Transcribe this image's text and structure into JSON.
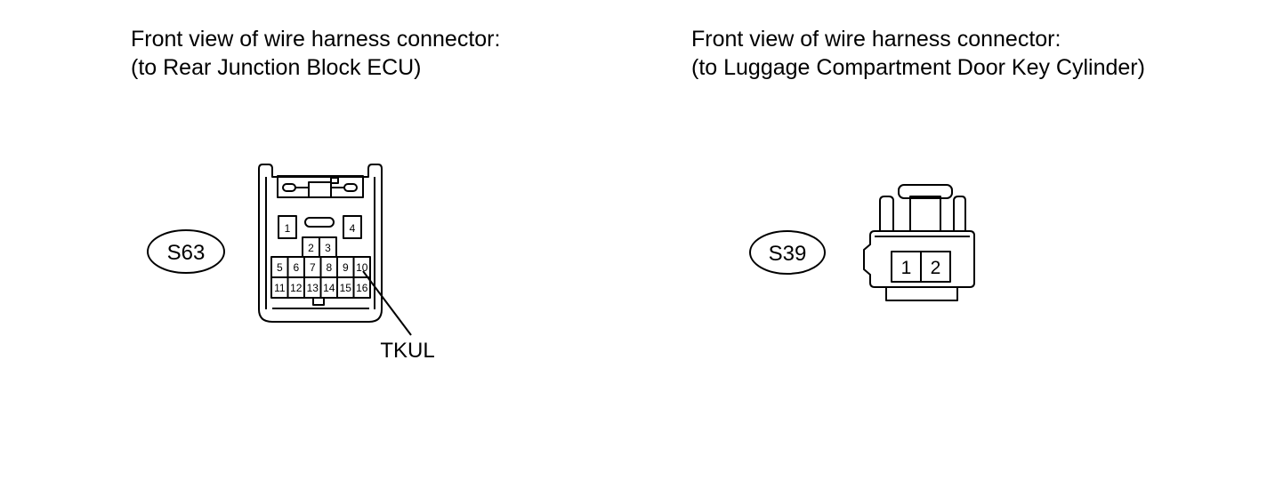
{
  "left_connector": {
    "caption_line1": "Front view of wire harness connector:",
    "caption_line2": "(to Rear Junction Block ECU)",
    "id": "S63",
    "pins": [
      "1",
      "2",
      "3",
      "4",
      "5",
      "6",
      "7",
      "8",
      "9",
      "10",
      "11",
      "12",
      "13",
      "14",
      "15",
      "16"
    ],
    "wire_label": "TKUL"
  },
  "right_connector": {
    "caption_line1": "Front view of wire harness connector:",
    "caption_line2": "(to Luggage Compartment Door Key Cylinder)",
    "id": "S39",
    "pins": [
      "1",
      "2"
    ]
  }
}
